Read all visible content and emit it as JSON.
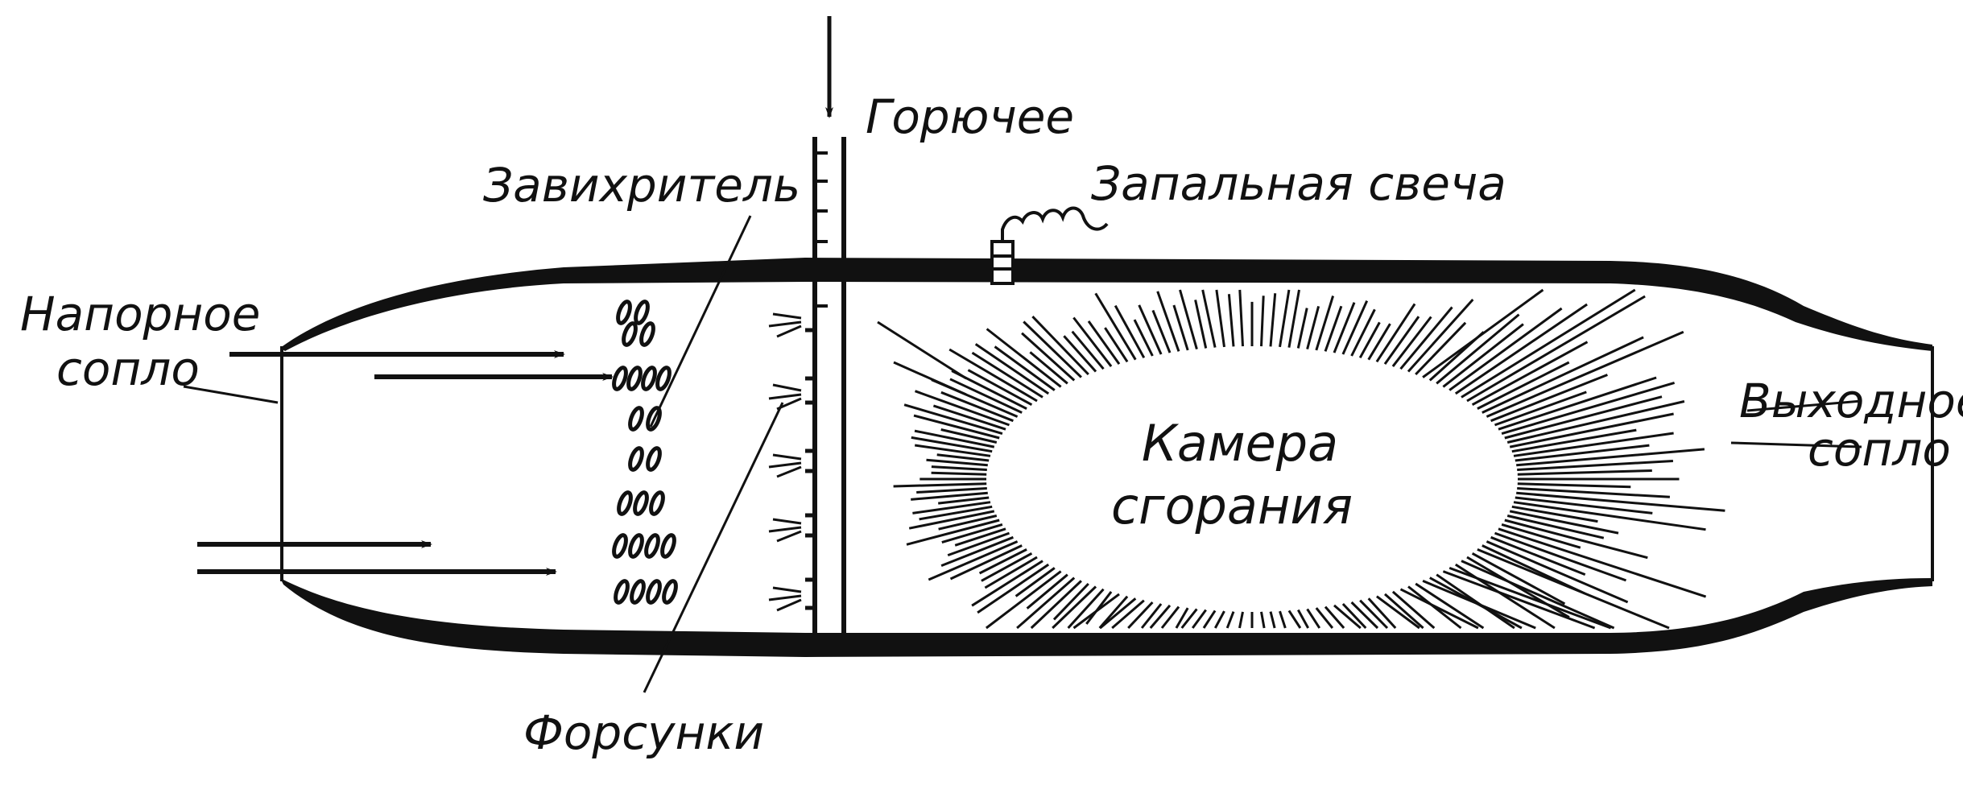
{
  "labels": {
    "inlet_line1": "Напорное",
    "inlet_line2": "сопло",
    "swirler": "Завихритель",
    "fuel": "Горючее",
    "spark_plug": "Запальная свеча",
    "outlet_line1": "Выходное",
    "outlet_line2": "сопло",
    "chamber_line1": "Камера",
    "chamber_line2": "сгорания",
    "injectors": "Форсунки"
  },
  "colors": {
    "ink": "#111111",
    "paper": "#ffffff"
  }
}
